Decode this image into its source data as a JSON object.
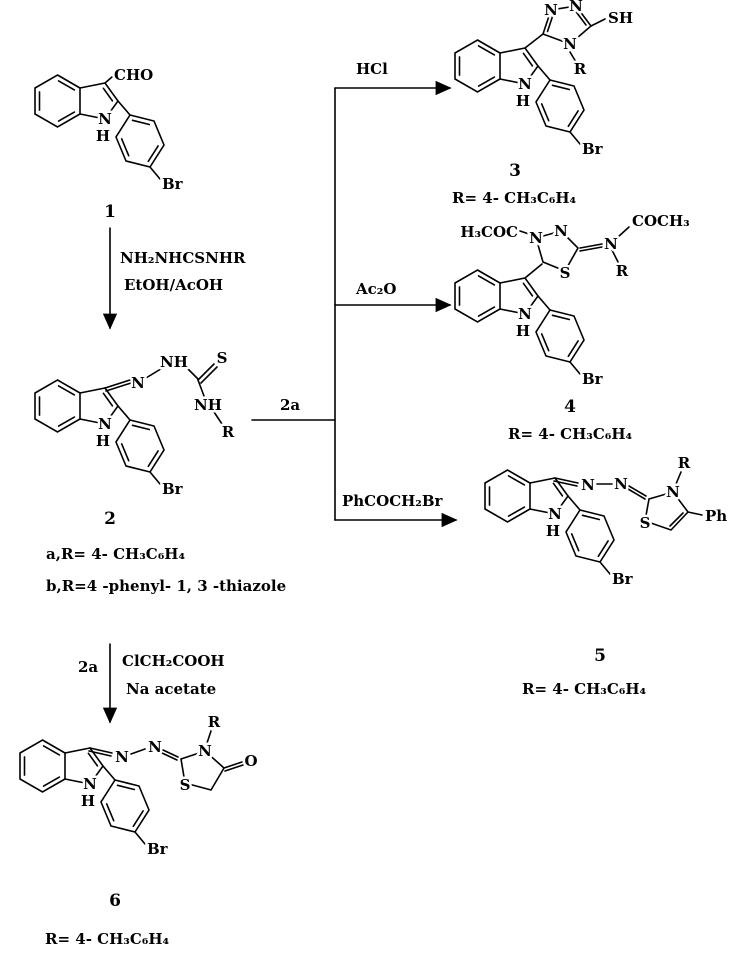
{
  "title": "Synthesis scheme of 2-(4-bromophenyl)indole-3-carbaldehyde derivatives",
  "atoms": {
    "N": "N",
    "H": "H",
    "Br": "Br",
    "S": "S",
    "O": "O",
    "R": "R",
    "Ph": "Ph",
    "SH": "SH",
    "NH": "NH",
    "CHO": "CHO"
  },
  "compounds": {
    "c1": {
      "number": "1"
    },
    "c2": {
      "number": "2",
      "sub_a": "a,R= 4- CH₃C₆H₄",
      "sub_b": "b,R=4 -phenyl- 1, 3 -thiazole"
    },
    "c3": {
      "number": "3",
      "r_def": "R= 4- CH₃C₆H₄"
    },
    "c4": {
      "number": "4",
      "r_def": "R= 4- CH₃C₆H₄",
      "acetyl_left": "H₃COC",
      "acetyl_right": "COCH₃"
    },
    "c5": {
      "number": "5",
      "r_def": "R= 4- CH₃C₆H₄"
    },
    "c6": {
      "number": "6",
      "r_def": "R= 4- CH₃C₆H₄"
    }
  },
  "reagents": {
    "step1_line1": "NH₂NHCSNHR",
    "step1_line2": "EtOH/AcOH",
    "branch_label": "2a",
    "hcl": "HCl",
    "ac2o": "Ac₂O",
    "phcoch2br": "PhCOCH₂Br",
    "step6_label": "2a",
    "step6_line1": "ClCH₂COOH",
    "step6_line2": "Na acetate"
  }
}
